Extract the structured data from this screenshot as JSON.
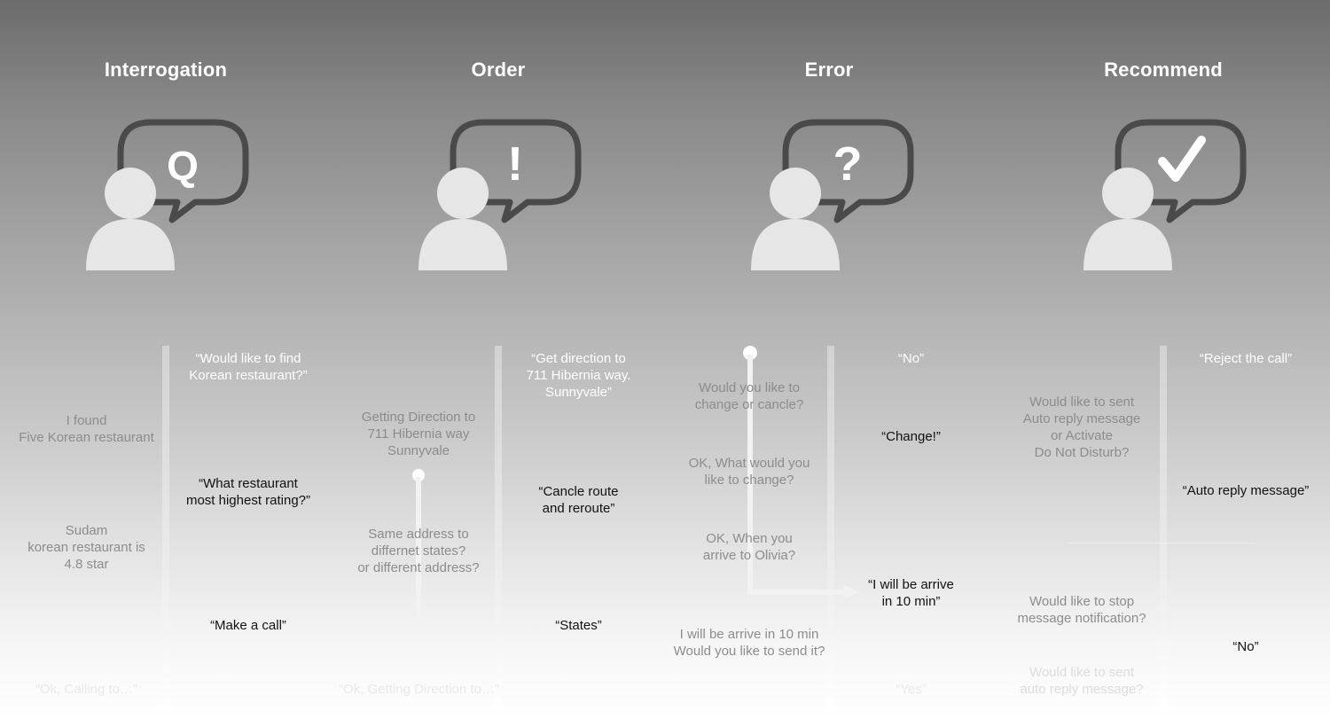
{
  "columns": [
    {
      "title": "Interrogation",
      "icon": "speech-bubble-q-person-icon",
      "bubble_symbol": "Q",
      "system": [
        {
          "text": "I found\nFive Korean restaurant"
        },
        {
          "text": "Sudam\nkorean restaurant is\n4.8 star"
        },
        {
          "text": "“Ok, Calling to…”"
        }
      ],
      "user": [
        {
          "text": "“Would like to find\nKorean restaurant?”"
        },
        {
          "text": "“What restaurant\nmost highest rating?”"
        },
        {
          "text": "“Make a call”"
        }
      ]
    },
    {
      "title": "Order",
      "icon": "speech-bubble-exclamation-person-icon",
      "bubble_symbol": "!",
      "system": [
        {
          "text": "Getting Direction to\n711 Hibernia way\nSunnyvale"
        },
        {
          "text": "Same address to\ndiffernet states?\nor different address?"
        },
        {
          "text": "“Ok, Getting Direction to…”"
        }
      ],
      "user": [
        {
          "text": "“Get direction to\n711 Hibernia way.\nSunnyvale”"
        },
        {
          "text": "“Cancle route\nand reroute”"
        },
        {
          "text": "“States”"
        }
      ]
    },
    {
      "title": "Error",
      "icon": "speech-bubble-question-person-icon",
      "bubble_symbol": "?",
      "system": [
        {
          "text": "Would you like to\nchange or cancle?"
        },
        {
          "text": "OK, What would you\nlike to change?"
        },
        {
          "text": "OK, When you\narrive to Olivia?"
        },
        {
          "text": "I will be arrive in 10 min\nWould you like to send it?"
        }
      ],
      "user": [
        {
          "text": "“No”"
        },
        {
          "text": "“Change!”"
        },
        {
          "text": "“I will be arrive\nin 10 min”"
        },
        {
          "text": "“Yes”"
        }
      ]
    },
    {
      "title": "Recommend",
      "icon": "speech-bubble-check-person-icon",
      "bubble_symbol": "✓",
      "system": [
        {
          "text": "Would like to sent\nAuto reply message\nor Activate\nDo Not Disturb?"
        },
        {
          "text": "Would like to stop\nmessage notification?"
        },
        {
          "text": "Would like to sent\nauto reply message?"
        }
      ],
      "user": [
        {
          "text": "“Reject the call”"
        },
        {
          "text": "“Auto reply message”"
        },
        {
          "text": "“No”"
        }
      ]
    }
  ],
  "colors": {
    "bubble_stroke": "#4a4a4a",
    "person_fill": "#e6e6e6",
    "title": "#ffffff",
    "system_text": "#8c8c8c",
    "user_text": "#111111"
  }
}
